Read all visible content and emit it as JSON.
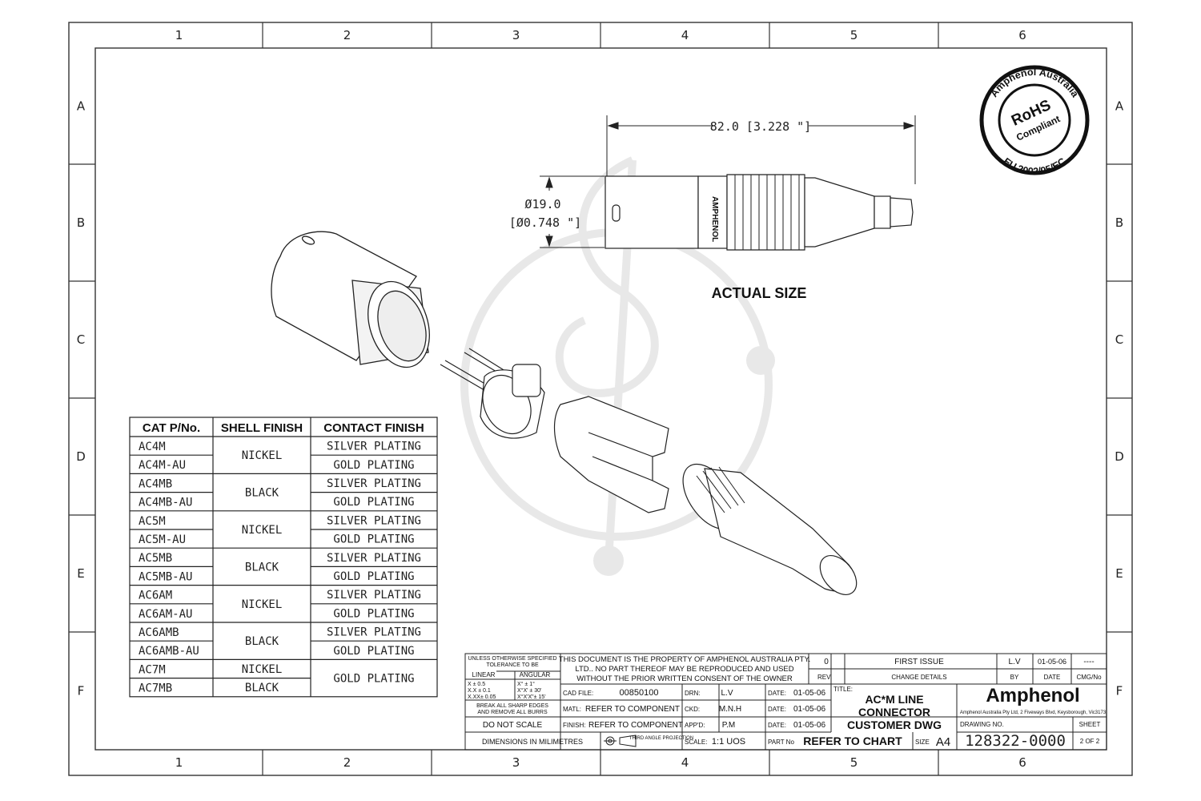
{
  "frame": {
    "columns": [
      "1",
      "2",
      "3",
      "4",
      "5",
      "6"
    ],
    "rows": [
      "A",
      "B",
      "C",
      "D",
      "E",
      "F"
    ]
  },
  "rohs_seal": {
    "outer_text": "Amphenol Australia",
    "lower_text": "EU 2002/95/EC",
    "center_top": "RoHS",
    "center_bottom": "Compliant"
  },
  "dimensions": {
    "length": "82.0 [3.228 \"]",
    "diameter_mm": "Ø19.0",
    "diameter_in": "[Ø0.748 \"]"
  },
  "connector_label": "AMPHENOL",
  "actual_size_label": "ACTUAL SIZE",
  "table": {
    "headers": [
      "CAT P/No.",
      "SHELL FINISH",
      "CONTACT FINISH"
    ],
    "parts": [
      "AC4M",
      "AC4M-AU",
      "AC4MB",
      "AC4MB-AU",
      "AC5M",
      "AC5M-AU",
      "AC5MB",
      "AC5MB-AU",
      "AC6AM",
      "AC6AM-AU",
      "AC6AMB",
      "AC6AMB-AU",
      "AC7M",
      "AC7MB"
    ],
    "shells": [
      "NICKEL",
      "BLACK",
      "NICKEL",
      "BLACK",
      "NICKEL",
      "BLACK",
      "NICKEL",
      "BLACK"
    ],
    "contacts": [
      "SILVER PLATING",
      "GOLD PLATING",
      "SILVER PLATING",
      "GOLD PLATING",
      "SILVER PLATING",
      "GOLD PLATING",
      "SILVER PLATING",
      "GOLD PLATING",
      "SILVER PLATING",
      "GOLD PLATING",
      "SILVER PLATING",
      "GOLD PLATING",
      "GOLD PLATING"
    ]
  },
  "title_block": {
    "tolerance_title_1": "UNLESS OTHERWISE SPECIFIED",
    "tolerance_title_2": "TOLERANCE TO BE",
    "linear": "LINEAR",
    "angular": "ANGULAR",
    "tol_lin_1": "X ±   0.5",
    "tol_lin_2": "X.X ±  0.1",
    "tol_lin_3": "X.XX± 0.05",
    "tol_ang_1": "X° ±   1°",
    "tol_ang_2": "X°X' ± 30'",
    "tol_ang_3": "X°X'X\"± 15'",
    "burrs_1": "BREAK ALL SHARP EDGES",
    "burrs_2": "AND REMOVE ALL BURRS",
    "do_not_scale": "DO NOT SCALE",
    "dimensions_note": "DIMENSIONS IN MILIMETRES",
    "projection": "THIRD ANGLE PROJECTION",
    "property_1": "THIS DOCUMENT IS THE PROPERTY OF AMPHENOL AUSTRALIA PTY.",
    "property_2": "LTD..  NO PART THEREOF MAY BE REPRODUCED AND USED",
    "property_3": "WITHOUT THE PRIOR WRITTEN CONSENT OF THE OWNER",
    "cad_file_label": "CAD FILE:",
    "cad_file": "00850100",
    "matl_label": "MATL:",
    "matl": "REFER TO COMPONENT",
    "finish_label": "FINISH:",
    "finish": "REFER TO COMPONENT",
    "drn_label": "DRN:",
    "drn": "L.V",
    "ckd_label": "CKD:",
    "ckd": "M.N.H",
    "appd_label": "APP'D:",
    "appd": "P.M",
    "scale_label": "SCALE:",
    "scale": "1:1 UOS",
    "date_label_1": "DATE:",
    "date_1": "01-05-06",
    "date_label_2": "DATE:",
    "date_2": "01-05-06",
    "date_label_3": "DATE:",
    "date_3": "01-05-06",
    "part_no_label": "PART No",
    "part_no": "REFER TO CHART",
    "size_label": "SIZE",
    "size": "A4",
    "rev_0": "0",
    "first_issue": "FIRST ISSUE",
    "rev_by": "L.V",
    "rev_date": "01-05-06",
    "rev_cmg": "----",
    "rev_label": "REV.",
    "change_details": "CHANGE DETAILS",
    "by_label": "BY",
    "date_col_label": "DATE",
    "cmg_label": "CMG/No",
    "title_label": "TITLE:",
    "title_1": "AC*M LINE",
    "title_2": "CONNECTOR",
    "title_3": "CUSTOMER DWG",
    "company": "Amphenol",
    "company_address": "Amphenol Australia Pty Ltd, 2 Fiveways Blvd, Keysborough, Vic3173",
    "drawing_no_label": "DRAWING NO.",
    "drawing_no": "128322-0000",
    "sheet_label": "SHEET",
    "sheet": "2 OF 2"
  }
}
